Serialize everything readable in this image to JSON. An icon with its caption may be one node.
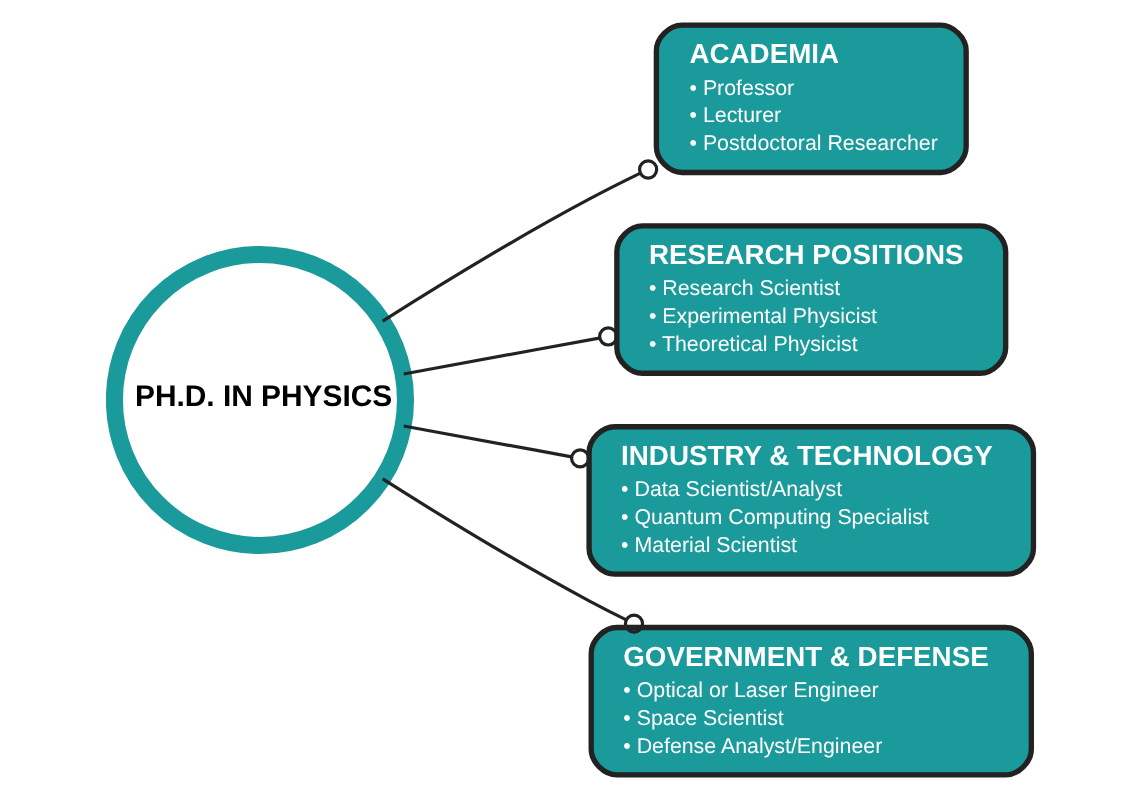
{
  "diagram": {
    "nodes": [
      {
        "text": [
          "PH.D. IN PHYSICS"
        ]
      },
      {
        "text": [
          "ACADEMIA",
          "• Professor",
          "• Lecturer",
          "• Postdoctoral Researcher"
        ]
      },
      {
        "text": [
          "RESEARCH POSITIONS",
          "• Research Scientist",
          "• Experimental Physicist",
          "• Theoretical Physicist"
        ]
      },
      {
        "text": [
          "INDUSTRY & TECHNOLOGY",
          "• Data Scientist/Analyst",
          "• Quantum Computing Specialist",
          "• Material Scientist"
        ]
      },
      {
        "text": [
          "GOVERNMENT & DEFENSE",
          "• Optical or Laser Engineer",
          "• Space Scientist",
          "• Defense Analyst/Engineer"
        ]
      }
    ],
    "edges": [
      {
        "from": 0,
        "to": 1,
        "arrow": "other"
      },
      {
        "from": 0,
        "to": 2,
        "arrow": "other"
      },
      {
        "from": 0,
        "to": 3,
        "arrow": "other"
      },
      {
        "from": 0,
        "to": 4,
        "arrow": "other"
      }
    ]
  }
}
